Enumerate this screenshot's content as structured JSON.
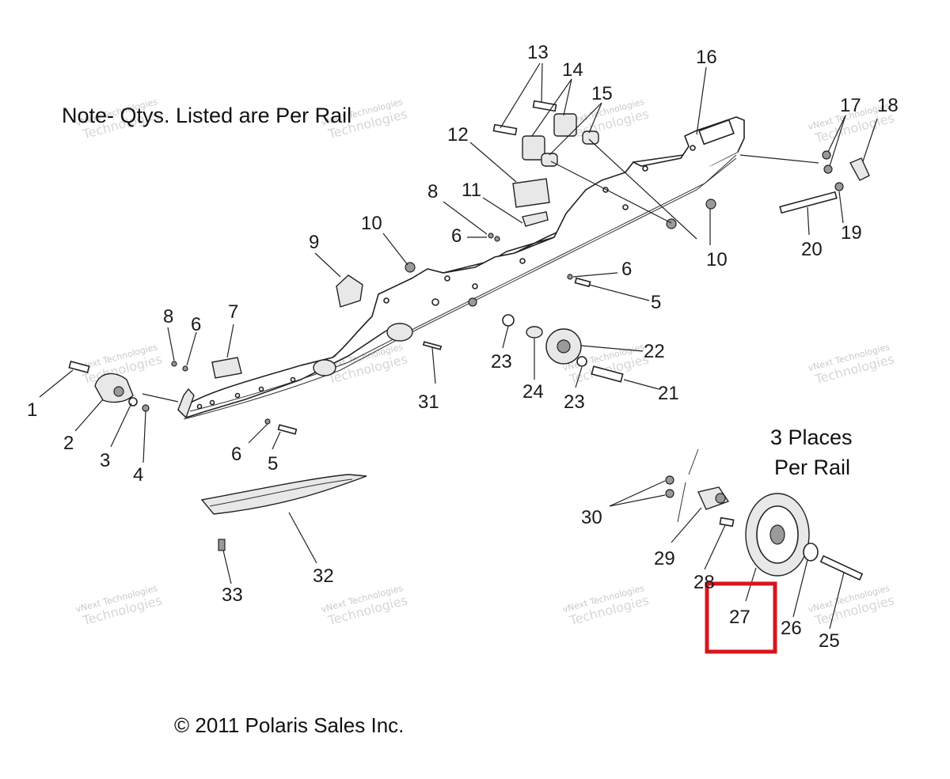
{
  "note": "Note- Qtys. Listed are Per Rail",
  "places_line1": "3 Places",
  "places_line2": "Per Rail",
  "copyright": "© 2011 Polaris Sales Inc.",
  "watermark_line1": "vNext Technologies",
  "watermark_line2": "Technologies",
  "highlight_color": "#d9141b",
  "highlighted_callout": "27",
  "callouts": {
    "c1": "1",
    "c2": "2",
    "c3": "3",
    "c4": "4",
    "c5a": "5",
    "c5b": "5",
    "c6a": "6",
    "c6b": "6",
    "c6c": "6",
    "c6d": "6",
    "c7": "7",
    "c8a": "8",
    "c8b": "8",
    "c9": "9",
    "c10a": "10",
    "c10b": "10",
    "c11": "11",
    "c12": "12",
    "c13": "13",
    "c14": "14",
    "c15": "15",
    "c16": "16",
    "c17": "17",
    "c18": "18",
    "c19": "19",
    "c20": "20",
    "c21": "21",
    "c22": "22",
    "c23a": "23",
    "c23b": "23",
    "c24": "24",
    "c25": "25",
    "c26": "26",
    "c27": "27",
    "c28": "28",
    "c29": "29",
    "c30": "30",
    "c31": "31",
    "c32": "32",
    "c33": "33"
  }
}
